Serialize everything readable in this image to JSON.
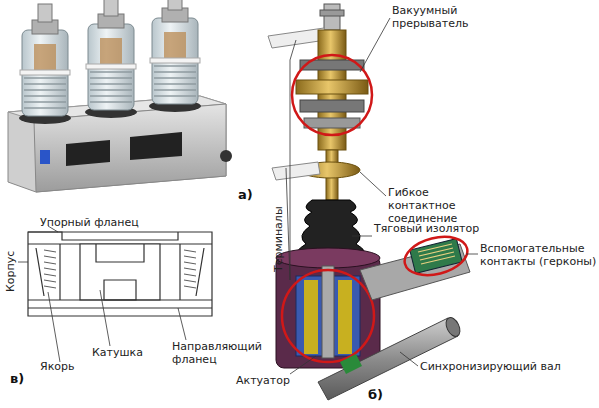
{
  "diagram": {
    "labels": [
      "а)",
      "Упорный фланец",
      "Корпус",
      "Якорь",
      "Катушка",
      "Направляющий фланец",
      "в)",
      "Вакуумный прерыватель",
      "Гибкое контактное соединение",
      "Тяговый изолятор",
      "Вспомогательные контакты (герконы)",
      "Терминалы",
      "Синхронизирующий вал",
      "Актуатор",
      "б)"
    ]
  }
}
